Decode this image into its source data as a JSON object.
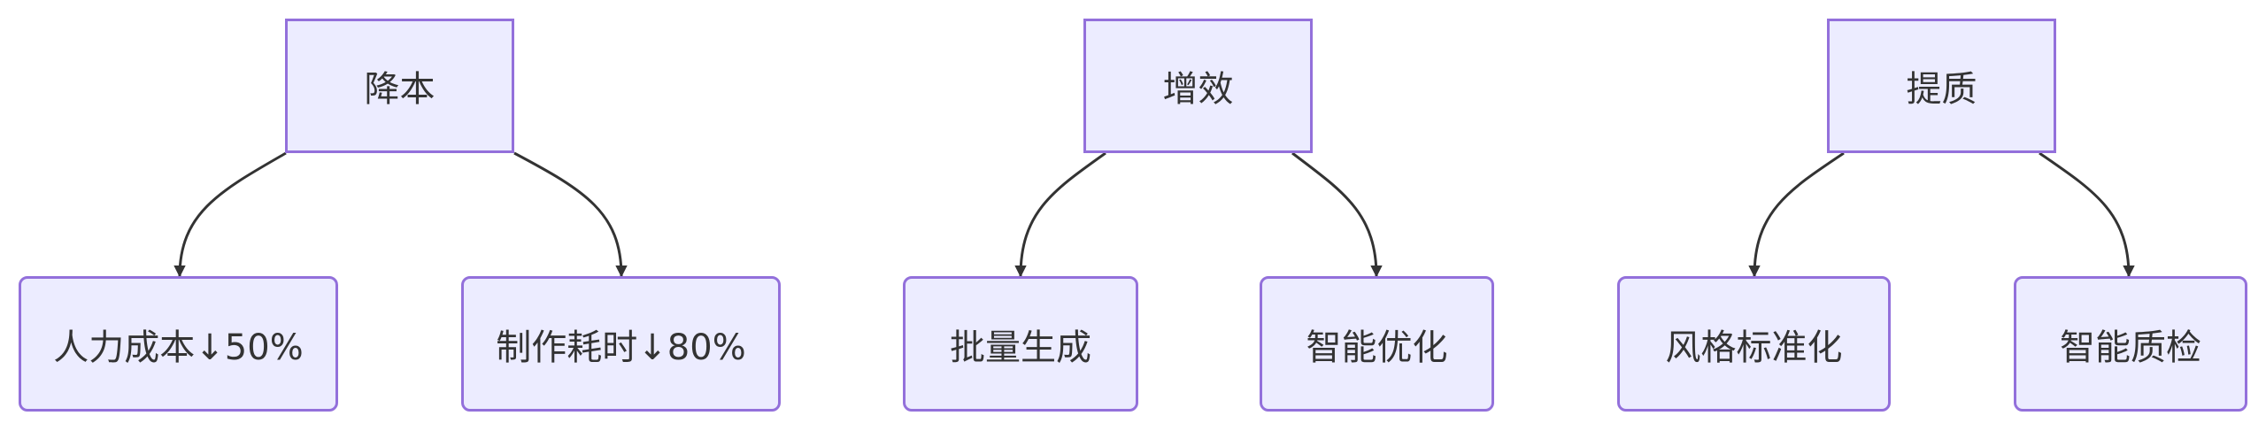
{
  "diagram": {
    "colors": {
      "node_fill": "#ececff",
      "node_border": "#9370db",
      "edge": "#333333",
      "text": "#333333"
    },
    "groups": [
      {
        "root": "降本",
        "children": [
          "人力成本↓50%",
          "制作耗时↓80%"
        ]
      },
      {
        "root": "增效",
        "children": [
          "批量生成",
          "智能优化"
        ]
      },
      {
        "root": "提质",
        "children": [
          "风格标准化",
          "智能质检"
        ]
      }
    ]
  }
}
